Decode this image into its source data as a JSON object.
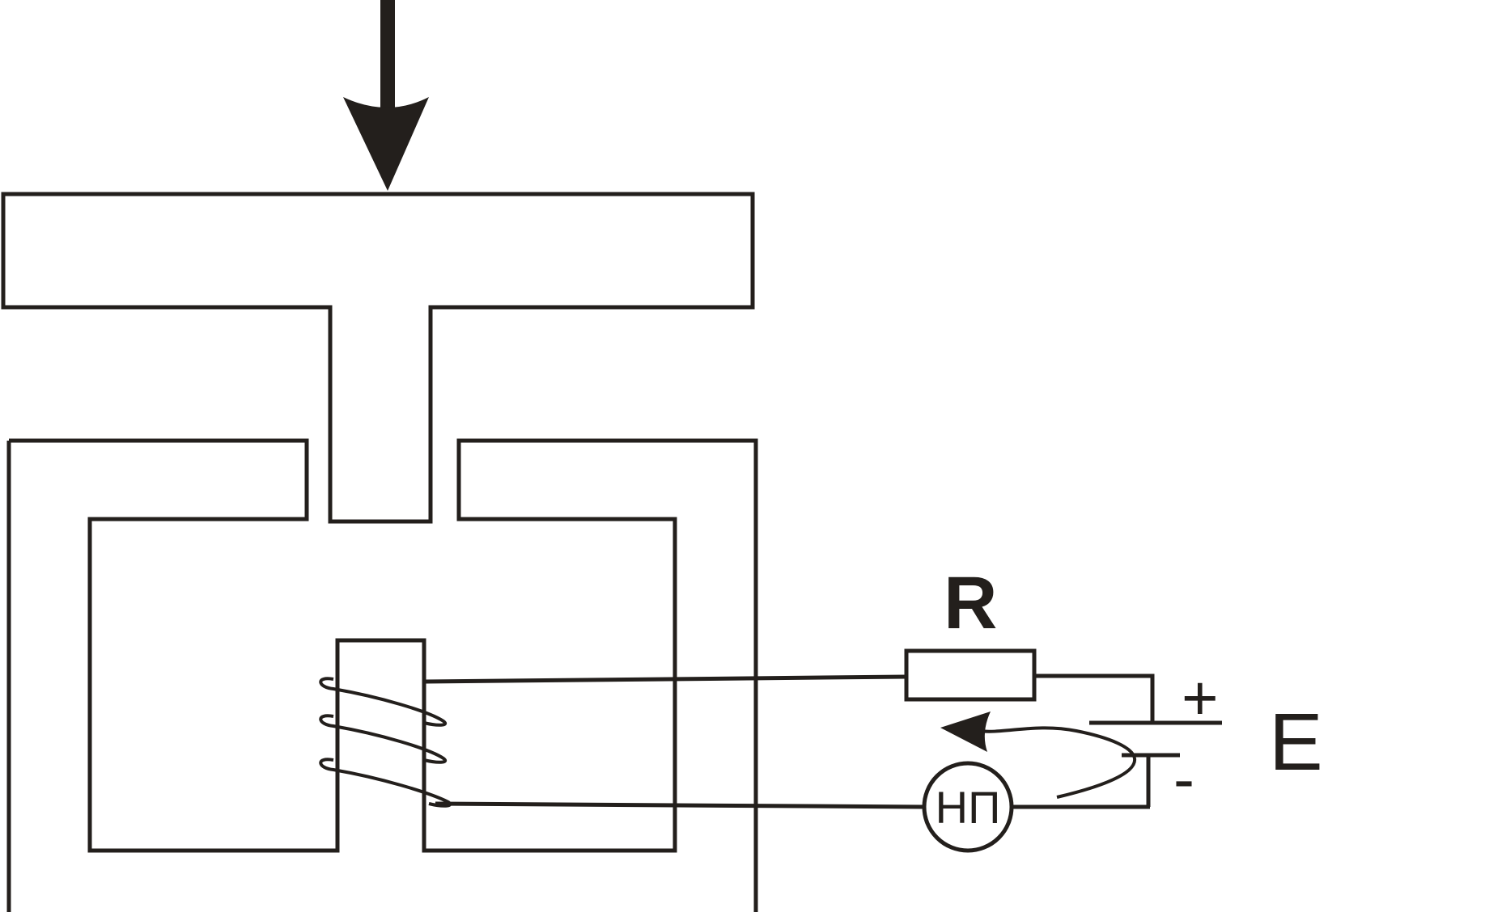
{
  "labels": {
    "resistor": "R",
    "source": "E",
    "plus": "+",
    "minus": "-",
    "indicator": "НП"
  },
  "colors": {
    "stroke": "#231f1c",
    "background": "#ffffff"
  },
  "icons": {
    "force_arrow": "arrow-down-icon",
    "current_direction": "curved-arrow-icon"
  }
}
